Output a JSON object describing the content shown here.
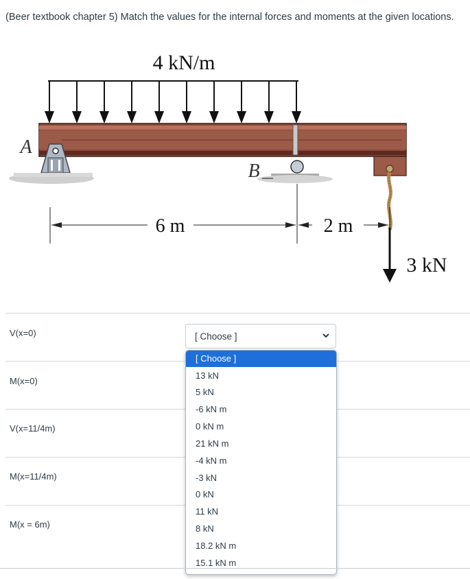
{
  "question": {
    "text": "(Beer textbook chapter 5) Match the values for the internal forces and moments at the given locations."
  },
  "figure": {
    "load_label": "4 kN/m",
    "support_a": "A",
    "support_b": "B",
    "dim_1": "6 m",
    "dim_2": "2 m",
    "force_label": "3 kN"
  },
  "rows": [
    {
      "label": "V(x=0)"
    },
    {
      "label": "M(x=0)"
    },
    {
      "label": "V(x=11/4m)"
    },
    {
      "label": "M(x=11/4m)"
    },
    {
      "label": "M(x = 6m)"
    }
  ],
  "select": {
    "value": "[ Choose ]"
  },
  "dropdown": {
    "options": [
      "[ Choose ]",
      "13 kN",
      "5 kN",
      "-6 kN m",
      "0 kN m",
      "21 kN m",
      "-4 kN m",
      "-3 kN",
      "0 kN",
      "11 kN",
      "8 kN",
      "18.2 kN m",
      "15.1 kN m"
    ],
    "selected_index": 0
  },
  "colors": {
    "beam": "#7a3b2e",
    "selected": "#1e6fd9"
  }
}
